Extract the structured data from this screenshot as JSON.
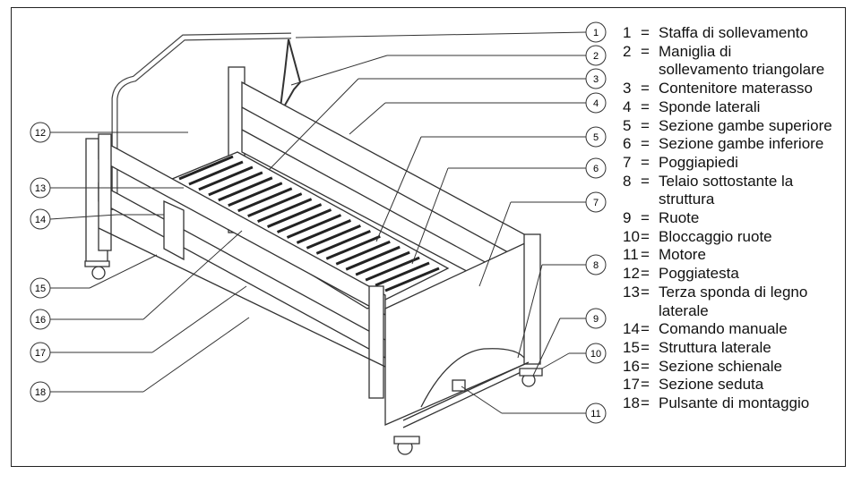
{
  "legend": [
    {
      "num": "1",
      "label": "Staffa di sollevamento"
    },
    {
      "num": "2",
      "label": "Maniglia di",
      "cont": "sollevamento triangolare"
    },
    {
      "num": "3",
      "label": "Contenitore materasso"
    },
    {
      "num": "4",
      "label": "Sponde laterali"
    },
    {
      "num": "5",
      "label": "Sezione gambe superiore"
    },
    {
      "num": "6",
      "label": "Sezione gambe inferiore"
    },
    {
      "num": "7",
      "label": "Poggiapiedi"
    },
    {
      "num": "8",
      "label": "Telaio sottostante la",
      "cont": "struttura"
    },
    {
      "num": "9",
      "label": "Ruote"
    },
    {
      "num": "10",
      "label": "Bloccaggio ruote"
    },
    {
      "num": "11",
      "label": "Motore"
    },
    {
      "num": "12",
      "label": "Poggiatesta"
    },
    {
      "num": "13",
      "label": "Terza sponda di legno",
      "cont": "laterale"
    },
    {
      "num": "14",
      "label": "Comando manuale"
    },
    {
      "num": "15",
      "label": "Struttura laterale"
    },
    {
      "num": "16",
      "label": "Sezione schienale"
    },
    {
      "num": "17",
      "label": "Sezione seduta"
    },
    {
      "num": "18",
      "label": "Pulsante di montaggio"
    }
  ],
  "equals": "=",
  "callouts_right": [
    "1",
    "2",
    "3",
    "4",
    "5",
    "6",
    "7",
    "8",
    "9",
    "10",
    "11"
  ],
  "callouts_left": [
    "12",
    "13",
    "14",
    "15",
    "16",
    "17",
    "18"
  ]
}
